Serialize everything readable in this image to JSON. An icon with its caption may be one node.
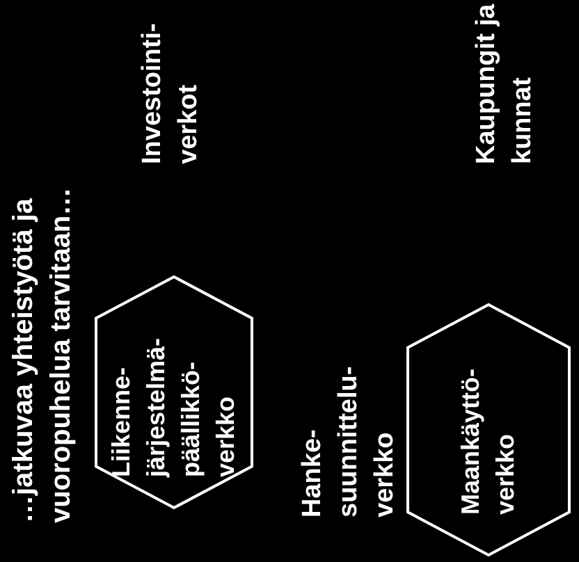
{
  "diagram": {
    "title": "…jatkuvaa yhteistyötä ja vuoropuhelua tarvitaan…",
    "nodes": [
      {
        "text": [
          "Liikenne- järjestelmä- päällikkö- verkko"
        ]
      },
      {
        "text": [
          "Maankäyttö- verkko"
        ]
      }
    ],
    "labels": [
      "Investointi- verkot",
      "Hanke- suunnittelu- verkko",
      "Kaupungit ja kunnat"
    ]
  }
}
